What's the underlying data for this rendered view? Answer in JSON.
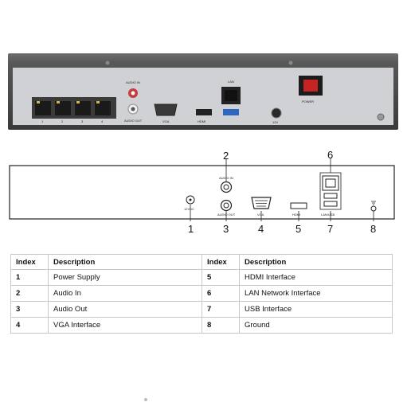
{
  "photo": {
    "port_numbers": [
      "1",
      "2",
      "3",
      "4"
    ],
    "audio_label": "AUDIO IN",
    "audio_out_label": "AUDIO OUT",
    "vga_label": "VGA",
    "hdmi_label": "HDMI",
    "lan_label": "LAN",
    "power_label": "12V",
    "switch_label": "POWER"
  },
  "diagram": {
    "labels": {
      "power": "12VDC",
      "audio_in": "AUDIO IN",
      "audio_out": "AUDIO OUT",
      "vga": "VGA",
      "hdmi": "HDMI",
      "lan_usb": "LAN/USB"
    },
    "callouts": [
      "1",
      "2",
      "3",
      "4",
      "5",
      "6",
      "7",
      "8"
    ]
  },
  "table": {
    "headers": {
      "index": "Index",
      "description": "Description"
    },
    "rows": [
      {
        "left_index": "1",
        "left_desc": "Power Supply",
        "right_index": "5",
        "right_desc": "HDMI Interface"
      },
      {
        "left_index": "2",
        "left_desc": "Audio In",
        "right_index": "6",
        "right_desc": "LAN Network Interface"
      },
      {
        "left_index": "3",
        "left_desc": "Audio Out",
        "right_index": "7",
        "right_desc": "USB Interface"
      },
      {
        "left_index": "4",
        "left_desc": "VGA Interface",
        "right_index": "8",
        "right_desc": "Ground"
      }
    ]
  }
}
